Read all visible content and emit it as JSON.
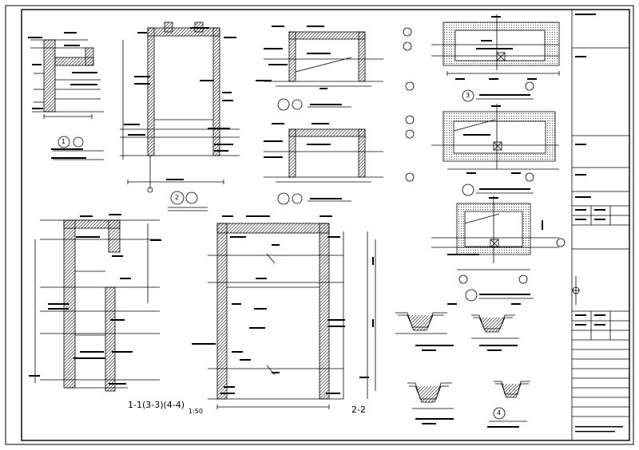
{
  "sheet": {
    "scale_label": "1:50",
    "section_1_label": "1-1(3-3)(4-4)",
    "section_2_label": "2-2",
    "detail_1_number": "1",
    "detail_2_number": "2",
    "detail_4_number": "4",
    "detail_3_number": "3"
  },
  "title_block": {
    "rows": 12
  }
}
